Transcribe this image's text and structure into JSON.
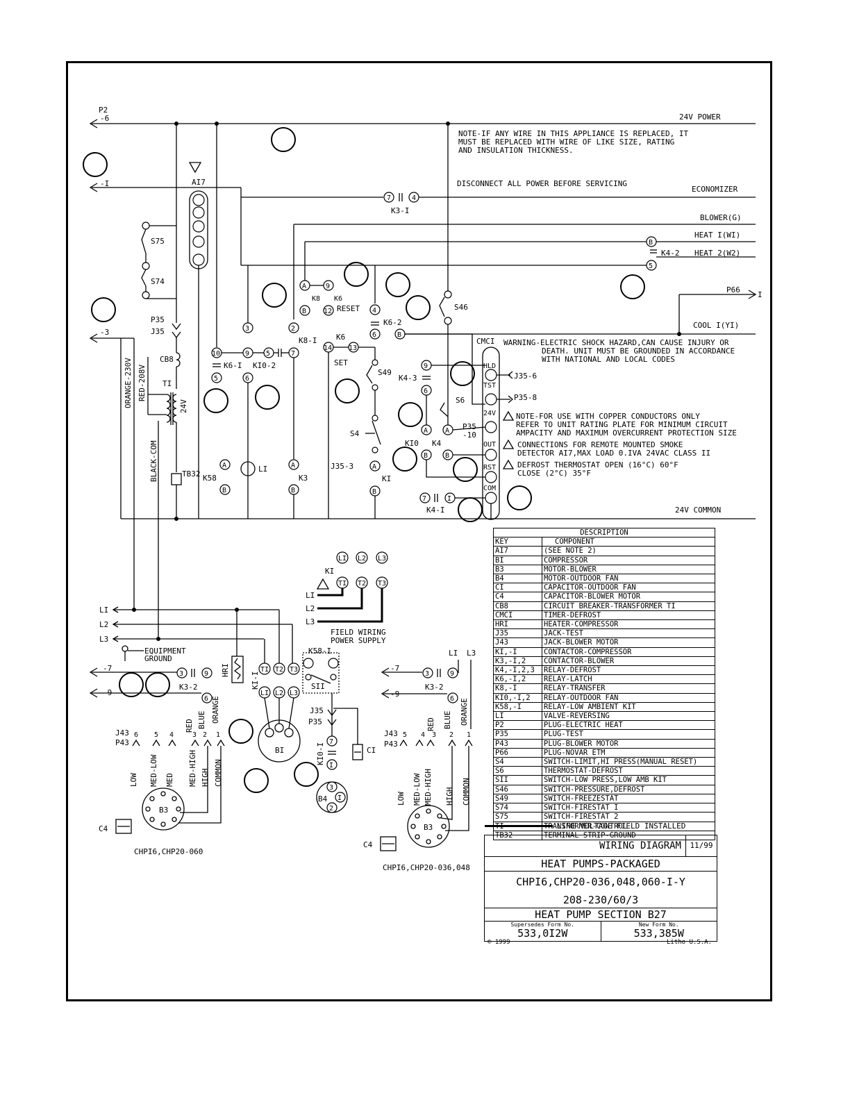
{
  "page": {
    "title": "WIRING DIAGRAM",
    "date": "11/99"
  },
  "rails": {
    "power_24v": "24V POWER",
    "common_24v": "24V COMMON"
  },
  "notes": {
    "wire_replace": [
      "NOTE-IF ANY WIRE IN THIS APPLIANCE IS REPLACED, IT",
      "MUST BE REPLACED WITH WIRE OF LIKE SIZE, RATING",
      "AND INSULATION THICKNESS."
    ],
    "disconnect": "DISCONNECT ALL POWER BEFORE SERVICING",
    "warning": [
      "WARNING-ELECTRIC SHOCK HAZARD,CAN CAUSE INJURY OR",
      "DEATH. UNIT MUST BE GROUNDED IN ACCORDANCE",
      "WITH NATIONAL AND LOCAL CODES"
    ],
    "note1": [
      "NOTE-FOR USE WITH COPPER CONDUCTORS ONLY",
      "REFER TO UNIT RATING PLATE FOR MINIMUM CIRCUIT",
      "AMPACITY AND MAXIMUM OVERCURRENT PROTECTION SIZE"
    ],
    "note2": [
      "CONNECTIONS FOR REMOTE MOUNTED SMOKE",
      "DETECTOR AI7,MAX LOAD 0.IVA 24VAC CLASS II"
    ],
    "note3": [
      "DEFROST THERMOSTAT OPEN (16°C) 60°F",
      "CLOSE (2°C) 35°F"
    ]
  },
  "terminals": {
    "economizer": "ECONOMIZER",
    "blower": "BLOWER(G)",
    "heat1": "HEAT I(WI)",
    "heat2": "HEAT 2(W2)",
    "cool1": "COOL I(YI)",
    "p66": "P66",
    "p66_pin": "I",
    "p2": "P2",
    "p2_pin": "-6",
    "pin_1": "-I",
    "pin_3": "-3",
    "pin_7": "-7",
    "pin_9": "-9"
  },
  "labels": {
    "a17": "AI7",
    "s75": "S75",
    "s74": "S74",
    "p35": "P35",
    "j35": "J35",
    "cb8": "CB8",
    "t1": "TI",
    "v24": "24V",
    "tb32": "TB32",
    "orange_230": "ORANGE-230V",
    "red_208": "RED-208V",
    "black_com": "BLACK-COM",
    "k3_1": "K3-I",
    "k4_2": "K4-2",
    "k8": "K8",
    "k6": "K6",
    "reset": "RESET",
    "set": "SET",
    "k6_2": "K6-2",
    "k6_1": "K6-I",
    "k10_2": "KI0-2",
    "k8_1": "K8-I",
    "s46": "S46",
    "cmc1": "CMCI",
    "hld": "HLD",
    "tst": "TST",
    "out": "OUT",
    "rst": "RST",
    "com": "COM",
    "j35_6": "J35-6",
    "p35_8": "P35-8",
    "s49": "S49",
    "k4_3": "K4-3",
    "s6": "S6",
    "s4": "S4",
    "p35_10": "P35",
    "p35_10b": "-10",
    "k10": "KI0",
    "k4": "K4",
    "k58": "K58",
    "l1_valve": "LI",
    "k3": "K3",
    "k1": "KI",
    "j35_3": "J35-3",
    "k4_1": "K4-I",
    "l1": "LI",
    "l2": "L2",
    "l3": "L3",
    "field_wiring": [
      "FIELD WIRING",
      "POWER SUPPLY"
    ],
    "equip_ground": [
      "EQUIPMENT",
      "GROUND"
    ],
    "hr1": "HRI",
    "k1_line": "KI-I",
    "k58_1": "K58-I",
    "s11": "SII",
    "b1": "BI",
    "b4": "B4",
    "c1": "CI",
    "k10_1": "KI0-I",
    "k3_2": "K3-2",
    "c4": "C4",
    "b3": "B3",
    "j43": "J43",
    "p43": "P43",
    "wire_colors": [
      "RED",
      "BLUE",
      "ORANGE"
    ],
    "speeds": [
      "LOW",
      "MED-LOW",
      "MED",
      "MED-HIGH",
      "HIGH",
      "COMMON"
    ],
    "speeds_right": [
      "LOW",
      "MED-LOW",
      "MED-HIGH",
      "HIGH",
      "COMMON"
    ],
    "model_left": "CHPI6,CHP20-060",
    "model_right": "CHPI6,CHP20-036,048",
    "line_field": "LINE VOLTAGE FIELD INSTALLED"
  },
  "legend": {
    "title": "DESCRIPTION",
    "col_key": "KEY",
    "col_component": "COMPONENT",
    "rows": [
      [
        "AI7",
        "(SEE NOTE 2)"
      ],
      [
        "BI",
        "COMPRESSOR"
      ],
      [
        "B3",
        "MOTOR-BLOWER"
      ],
      [
        "B4",
        "MOTOR-OUTDOOR FAN"
      ],
      [
        "CI",
        "CAPACITOR-OUTDOOR FAN"
      ],
      [
        "C4",
        "CAPACITOR-BLOWER MOTOR"
      ],
      [
        "CB8",
        "CIRCUIT BREAKER-TRANSFORMER TI"
      ],
      [
        "CMCI",
        "TIMER-DEFROST"
      ],
      [
        "HRI",
        "HEATER-COMPRESSOR"
      ],
      [
        "J35",
        "JACK-TEST"
      ],
      [
        "J43",
        "JACK-BLOWER MOTOR"
      ],
      [
        "KI,-I",
        "CONTACTOR-COMPRESSOR"
      ],
      [
        "K3,-I,2",
        "CONTACTOR-BLOWER"
      ],
      [
        "K4,-I,2,3",
        "RELAY-DEFROST"
      ],
      [
        "K6,-I,2",
        "RELAY-LATCH"
      ],
      [
        "K8,-I",
        "RELAY-TRANSFER"
      ],
      [
        "KI0,-I,2",
        "RELAY-OUTDOOR FAN"
      ],
      [
        "K58,-I",
        "RELAY-LOW AMBIENT KIT"
      ],
      [
        "LI",
        "VALVE-REVERSING"
      ],
      [
        "P2",
        "PLUG-ELECTRIC HEAT"
      ],
      [
        "P35",
        "PLUG-TEST"
      ],
      [
        "P43",
        "PLUG-BLOWER MOTOR"
      ],
      [
        "P66",
        "PLUG-NOVAR ETM"
      ],
      [
        "S4",
        "SWITCH-LIMIT,HI PRESS(MANUAL RESET)"
      ],
      [
        "S6",
        "THERMOSTAT-DEFROST"
      ],
      [
        "SII",
        "SWITCH-LOW PRESS,LOW AMB KIT"
      ],
      [
        "S46",
        "SWITCH-PRESSURE,DEFROST"
      ],
      [
        "S49",
        "SWITCH-FREEZESTAT"
      ],
      [
        "S74",
        "SWITCH-FIRESTAT I"
      ],
      [
        "S75",
        "SWITCH-FIRESTAT 2"
      ],
      [
        "TI",
        "TRANSFORMER-CONTROL"
      ],
      [
        "TB32",
        "TERMINAL STRIP-GROUND"
      ]
    ]
  },
  "title_block": {
    "heading": "WIRING DIAGRAM",
    "date": "11/99",
    "line1": "HEAT PUMPS-PACKAGED",
    "line2": "CHPI6,CHP20-036,048,060-I-Y",
    "line3": "208-230/60/3",
    "line4": "HEAT PUMP SECTION B27",
    "supersedes_label": "Supersedes Form No.",
    "supersedes": "533,0I2W",
    "new_label": "New Form No.",
    "new_form": "533,385W",
    "copyright": "© 1999",
    "litho": "Litho U.S.A."
  }
}
